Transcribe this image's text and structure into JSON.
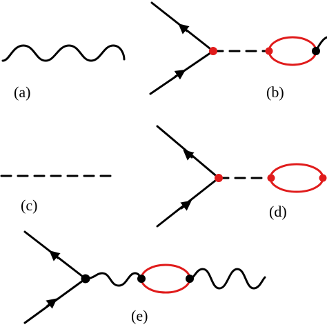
{
  "labels": {
    "a": "(a)",
    "b": "(b)",
    "c": "(c)",
    "d": "(d)",
    "e": "(e)"
  },
  "colors": {
    "line": "#000000",
    "loop": "#e01b1b",
    "vertex_red": "#e01b1b",
    "vertex_black": "#000000",
    "background": "#ffffff"
  }
}
